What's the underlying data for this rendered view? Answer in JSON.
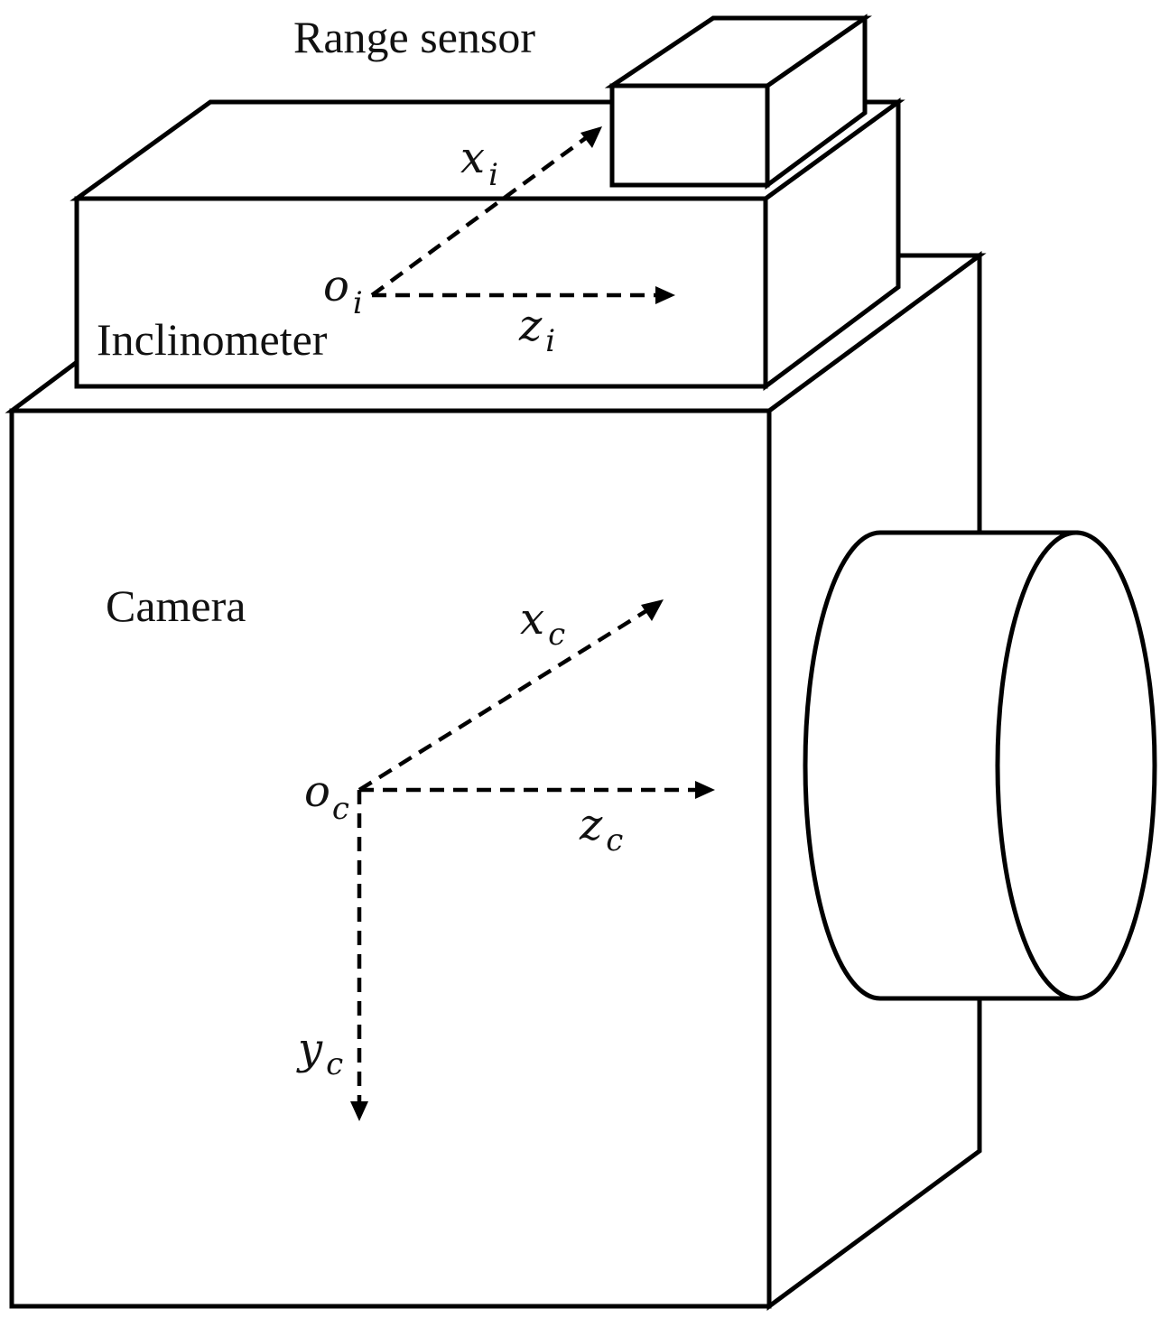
{
  "labels": {
    "range_sensor": "Range sensor",
    "inclinometer": "Inclinometer",
    "camera": "Camera"
  },
  "axes": {
    "inclinometer": {
      "origin": {
        "main": "o",
        "sub": "i"
      },
      "x": {
        "main": "x",
        "sub": "i"
      },
      "z": {
        "main": "z",
        "sub": "i"
      }
    },
    "camera": {
      "origin": {
        "main": "o",
        "sub": "c"
      },
      "x": {
        "main": "x",
        "sub": "c"
      },
      "y": {
        "main": "y",
        "sub": "c"
      },
      "z": {
        "main": "z",
        "sub": "c"
      }
    }
  },
  "colors": {
    "line": "#000000",
    "background": "#ffffff"
  }
}
